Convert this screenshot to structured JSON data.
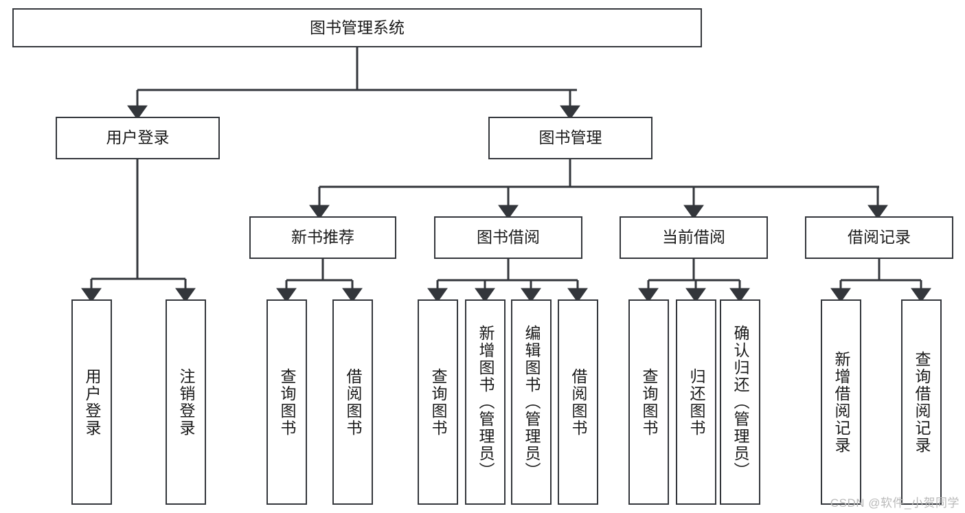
{
  "diagram": {
    "type": "tree-hierarchy-chart",
    "title_node": "图书管理系统",
    "watermark": "CSDN @软件_小贺同学",
    "colors": {
      "box_border": "#33363b",
      "box_fill": "#ffffff",
      "connector": "#33363b",
      "text": "#1a1a1a",
      "watermark": "#b9b9b9"
    },
    "nodes": {
      "root": {
        "label": "图书管理系统",
        "level": 1
      },
      "user_login": {
        "label": "用户登录",
        "level": 2
      },
      "book_manage": {
        "label": "图书管理",
        "level": 2
      },
      "new_book_rec": {
        "label": "新书推荐",
        "level": 3
      },
      "book_borrow": {
        "label": "图书借阅",
        "level": 3
      },
      "current_borrow": {
        "label": "当前借阅",
        "level": 3
      },
      "borrow_record": {
        "label": "借阅记录",
        "level": 3
      },
      "leaf_user_login": {
        "label": "用户登录",
        "level": 4
      },
      "leaf_logout": {
        "label": "注销登录",
        "level": 4
      },
      "leaf_query_book_1": {
        "label": "查询图书",
        "level": 4
      },
      "leaf_borrow_book_1": {
        "label": "借阅图书",
        "level": 4
      },
      "leaf_query_book_2": {
        "label": "查询图书",
        "level": 4
      },
      "leaf_add_book": {
        "label": "新增图书（管理员）",
        "level": 4
      },
      "leaf_edit_book": {
        "label": "编辑图书（管理员）",
        "level": 4
      },
      "leaf_borrow_book_2": {
        "label": "借阅图书",
        "level": 4
      },
      "leaf_query_book_3": {
        "label": "查询图书",
        "level": 4
      },
      "leaf_return_book": {
        "label": "归还图书",
        "level": 4
      },
      "leaf_confirm_return": {
        "label": "确认归还（管理员）",
        "level": 4
      },
      "leaf_add_record": {
        "label": "新增借阅记录",
        "level": 4
      },
      "leaf_query_record": {
        "label": "查询借阅记录",
        "level": 4
      }
    },
    "edges": [
      {
        "from": "root",
        "to": "user_login"
      },
      {
        "from": "root",
        "to": "book_manage"
      },
      {
        "from": "user_login",
        "to": "leaf_user_login"
      },
      {
        "from": "user_login",
        "to": "leaf_logout"
      },
      {
        "from": "book_manage",
        "to": "new_book_rec"
      },
      {
        "from": "book_manage",
        "to": "book_borrow"
      },
      {
        "from": "book_manage",
        "to": "current_borrow"
      },
      {
        "from": "book_manage",
        "to": "borrow_record"
      },
      {
        "from": "new_book_rec",
        "to": "leaf_query_book_1"
      },
      {
        "from": "new_book_rec",
        "to": "leaf_borrow_book_1"
      },
      {
        "from": "book_borrow",
        "to": "leaf_query_book_2"
      },
      {
        "from": "book_borrow",
        "to": "leaf_add_book"
      },
      {
        "from": "book_borrow",
        "to": "leaf_edit_book"
      },
      {
        "from": "book_borrow",
        "to": "leaf_borrow_book_2"
      },
      {
        "from": "current_borrow",
        "to": "leaf_query_book_3"
      },
      {
        "from": "current_borrow",
        "to": "leaf_return_book"
      },
      {
        "from": "current_borrow",
        "to": "leaf_confirm_return"
      },
      {
        "from": "borrow_record",
        "to": "leaf_add_record"
      },
      {
        "from": "borrow_record",
        "to": "leaf_query_record"
      }
    ]
  }
}
